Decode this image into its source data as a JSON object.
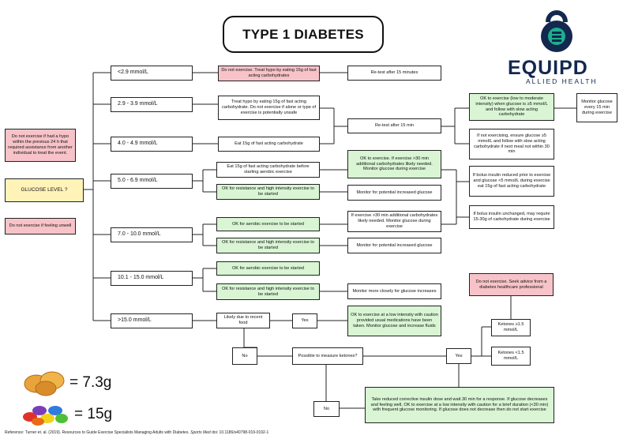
{
  "title": "TYPE 1 DIABETES",
  "logo": {
    "name": "EQUIPD",
    "subtitle": "ALLIED HEALTH",
    "colors": {
      "navy": "#13284f",
      "teal": "#1fae8e"
    }
  },
  "left_panel": {
    "hypo_warning": "Do not exercise if had a hypo within the previous 24 h that required assistance from another individual to treat the event.",
    "glucose_level": "GLUCOSE LEVEL ?",
    "unwell_warning": "Do not exercise if feeling unwell"
  },
  "levels": [
    "<2.9 mmol/L",
    "2.9 - 3.9 mmol/L",
    "4.0 - 4.9 mmol/L",
    "5.0 - 6.9 mmol/L",
    "7.0 - 10.0 mmol/L",
    "10.1 - 15.0 mmol/L",
    ">15.0 mmol/L"
  ],
  "actions": {
    "a1": "Do not exercise. Treat hypo by eating 15g of fast acting carbohydrates",
    "a2": "Treat hypo by eating 15g of fast acting carbohydrate. Do not exercise if alone or type of exercise is potentially unsafe",
    "a3": "Eat 15g of fast acting carbohydrate",
    "a4": "Eat 15g of fast acting carbohydrate before starting aerobic exercise",
    "a5": "OK for resistance and high intensity exercise to be started",
    "a6": "OK for aerobic exercise to be started",
    "a7": "OK for resistance and high intensity exercise to be started",
    "a8": "OK for aerobic exercise to be started",
    "a9": "OK for resistance and high intensity exercise to be started",
    "a10": "Likely due to recent food"
  },
  "followups": {
    "retest15": "Re-test after 15 minutes",
    "retest15b": "Re-test after 15 min",
    "ok30": "OK to exercise. If exercise >30 min additional carbohydrates likely needed. Monitor glucose during exercise",
    "monitor1": "Monitor for potential increased glucose",
    "if30": "If exercise >30 min additional carbohydrates likely needed. Monitor glucose during exercise",
    "monitor2": "Monitor for potential increased glucose",
    "monitor_closely": "Monitor more closely for glucose increases",
    "yes1": "Yes",
    "ok_low": "OK to exercise at a low intensity with caution provided usual medications have been taken. Monitor glucose and increase fluids"
  },
  "right_column": {
    "ok_low_mod": "OK to exercise (low to moderate intensity) when glucose is ≥5 mmol/L and follow with slow acting carbohydrate",
    "monitor_every": "Monitor glucose every 15 min during exercise",
    "not_exercising": "If not exercising, ensure glucose ≥5 mmol/L and follow with slow acting carbohydrate if next meal not within 30 min",
    "bolus_reduced": "If bolus insulin reduced prior to exercise and glucose <5 mmol/L during exercise eat 15g of fast acting carbohydrate",
    "bolus_unchanged": "If bolus insulin unchanged, may require 15-30g of carbohydrate during exercise"
  },
  "ketones": {
    "no_exercise": "Do not exercise. Seek advice from a diabetes healthcare professional",
    "high": "Ketones ≥1.5 mmol/L",
    "low": "Ketones <1.5 mmol/L",
    "yes2": "Yes",
    "possible": "Possible to measure ketones?",
    "no1": "No",
    "no2": "No",
    "take_corrective": "Take reduced corrective insulin dose and wait 30 min for a response. If glucose decreases and feeling well, OK to exercise at a low intensity with caution for a brief duration (<30 min) with frequent glucose monitoring. If glucose does not decrease then do not start exercise"
  },
  "legend": [
    {
      "icon": "jaffa-lollies-icon",
      "value": "= 7.3g"
    },
    {
      "icon": "jelly-beans-icon",
      "value": "= 15g"
    }
  ],
  "reference_prefix": "Reference: Turner et. al. (2019). Resources to Guide Exercise Specialists Managing Adults with Diabetes. ",
  "reference_journal": "Sports Med",
  "reference_suffix": " doi: 10.1186/s40798-019-0192-1"
}
